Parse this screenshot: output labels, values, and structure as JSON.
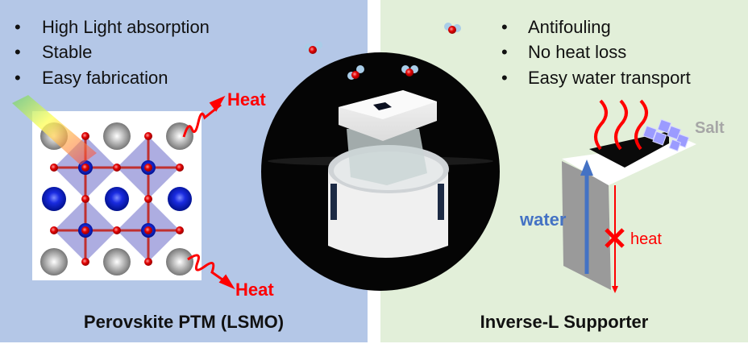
{
  "left_panel": {
    "bullets": [
      "High Light absorption",
      "Stable",
      "Easy fabrication"
    ],
    "heat_label_top": "Heat",
    "heat_label_bottom": "Heat",
    "caption": "Perovskite PTM (LSMO)"
  },
  "right_panel": {
    "bullets": [
      "Antifouling",
      "No heat loss",
      "Easy water transport"
    ],
    "salt_label": "Salt",
    "water_label": "water",
    "heat_label": "heat",
    "caption": "Inverse-L Supporter"
  },
  "colors": {
    "left_bg": "#b4c7e7",
    "right_bg": "#e2efd9",
    "heat": "#ff0000",
    "water": "#4472c4",
    "salt": "#a6a6a6"
  }
}
